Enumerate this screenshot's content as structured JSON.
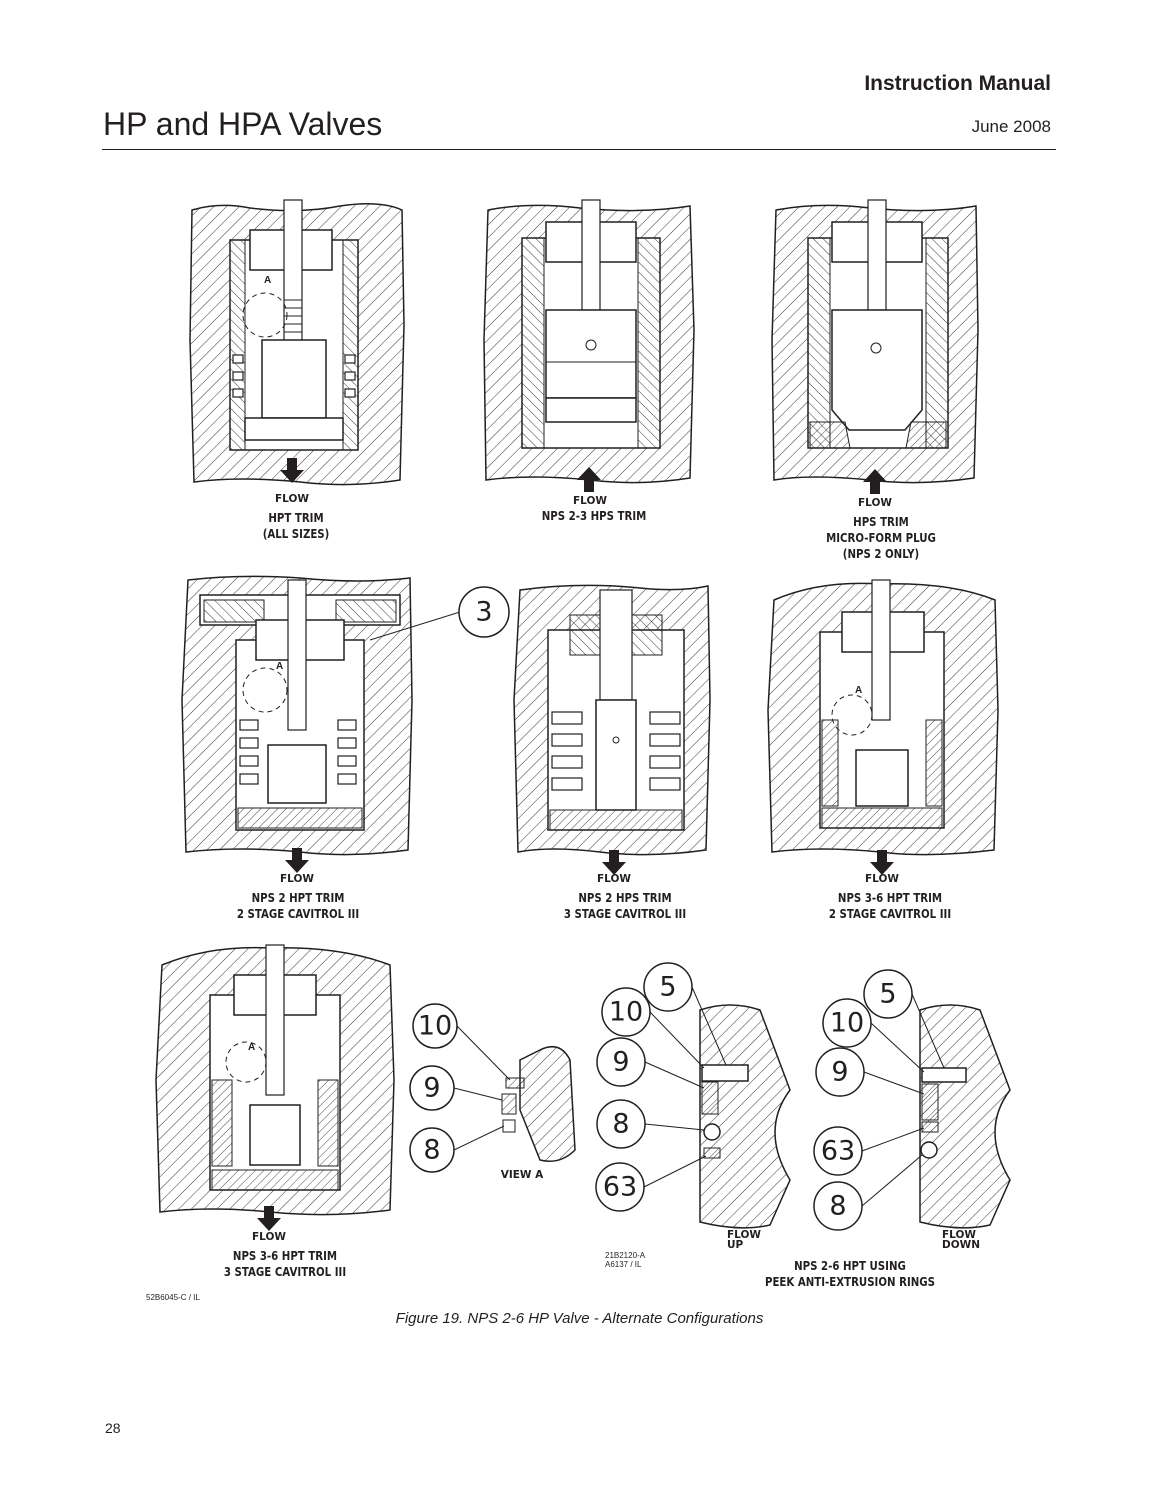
{
  "header": {
    "manual": "Instruction Manual",
    "title": "HP and HPA Valves",
    "date": "June 2008"
  },
  "panels": [
    {
      "flow": "FLOW",
      "caption": [
        "HPT TRIM",
        "(ALL SIZES)"
      ],
      "detail_letter": "A"
    },
    {
      "flow": "FLOW",
      "caption": [
        "NPS 2-3 HPS TRIM"
      ]
    },
    {
      "flow": "FLOW",
      "caption": [
        "HPS TRIM",
        "MICRO-FORM PLUG",
        "(NPS 2 ONLY)"
      ]
    },
    {
      "flow": "FLOW",
      "caption": [
        "NPS 2 HPT TRIM",
        "2 STAGE CAVITROL III"
      ],
      "detail_letter": "A"
    },
    {
      "flow": "FLOW",
      "caption": [
        "NPS 2 HPS TRIM",
        "3 STAGE CAVITROL III"
      ]
    },
    {
      "flow": "FLOW",
      "caption": [
        "NPS 3-6 HPT TRIM",
        "2 STAGE CAVITROL III"
      ],
      "detail_letter": "A"
    },
    {
      "flow": "FLOW",
      "caption": [
        "NPS 3-6 HPT TRIM",
        "3 STAGE CAVITROL III"
      ],
      "detail_letter": "A"
    }
  ],
  "callouts": {
    "row2_part": "3",
    "view_a": [
      "10",
      "9",
      "8"
    ],
    "flow_up": [
      "5",
      "10",
      "9",
      "8",
      "63"
    ],
    "flow_down": [
      "5",
      "10",
      "9",
      "63",
      "8"
    ]
  },
  "labels": {
    "view_a": "VIEW A",
    "flow_up": [
      "FLOW",
      "UP"
    ],
    "flow_down": [
      "FLOW",
      "DOWN"
    ],
    "peek_caption": [
      "NPS 2-6 HPT USING",
      "PEEK ANTI-EXTRUSION RINGS"
    ],
    "drawing_ref_1": [
      "21B2120-A",
      "A6137 / IL"
    ],
    "drawing_ref_2": "52B6045-C / IL"
  },
  "figure_caption": "Figure 19. NPS 2-6 HP Valve - Alternate Configurations",
  "page_number": "28"
}
